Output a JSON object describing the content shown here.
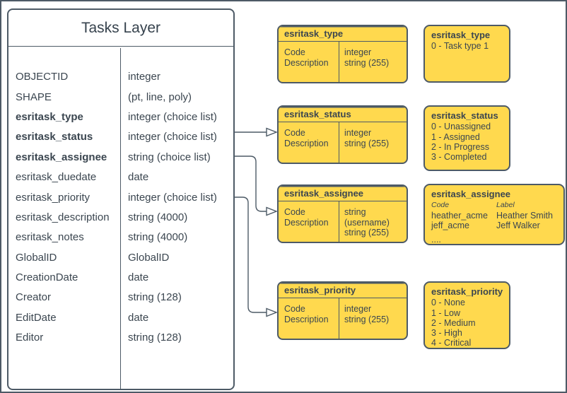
{
  "colors": {
    "yellow": "#ffd94e",
    "stroke": "#4d5a66",
    "text": "#3b4650"
  },
  "tasks_layer": {
    "title": "Tasks Layer",
    "fields": [
      {
        "name": "OBJECTID",
        "type": "integer"
      },
      {
        "name": "SHAPE",
        "type": "(pt, line, poly)"
      },
      {
        "name": "esritask_type",
        "type": "integer (choice list)"
      },
      {
        "name": "esritask_status",
        "type": "integer (choice list)"
      },
      {
        "name": "esritask_assignee",
        "type": "string (choice list)"
      },
      {
        "name": "esritask_duedate",
        "type": "date"
      },
      {
        "name": "esritask_priority",
        "type": "integer (choice list)"
      },
      {
        "name": "esritask_description",
        "type": "string (4000)"
      },
      {
        "name": "esritask_notes",
        "type": "string (4000)"
      },
      {
        "name": "GlobalID",
        "type": "GlobalID"
      },
      {
        "name": "CreationDate",
        "type": "date"
      },
      {
        "name": "Creator",
        "type": "string (128)"
      },
      {
        "name": "EditDate",
        "type": "date"
      },
      {
        "name": "Editor",
        "type": "string (128)"
      }
    ]
  },
  "domain_tables": [
    {
      "title": "esritask_type",
      "rows": [
        {
          "field": "Code",
          "type": "integer"
        },
        {
          "field": "Description",
          "type": "string (255)"
        }
      ]
    },
    {
      "title": "esritask_status",
      "rows": [
        {
          "field": "Code",
          "type": "integer"
        },
        {
          "field": "Description",
          "type": "string (255)"
        }
      ]
    },
    {
      "title": "esritask_assignee",
      "rows": [
        {
          "field": "Code",
          "type": "string (username)"
        },
        {
          "field": "Description",
          "type": "string (255)"
        }
      ]
    },
    {
      "title": "esritask_priority",
      "rows": [
        {
          "field": "Code",
          "type": "integer"
        },
        {
          "field": "Description",
          "type": "string (255)"
        }
      ]
    }
  ],
  "value_lists": [
    {
      "title": "esritask_type",
      "values": [
        "0 - Task type 1"
      ]
    },
    {
      "title": "esritask_status",
      "values": [
        "0 - Unassigned",
        "1 - Assigned",
        "2 - In Progress",
        "3 - Completed"
      ]
    },
    {
      "title": "esritask_assignee",
      "columns": [
        "Code",
        "Label"
      ],
      "pairs": [
        [
          "heather_acme",
          "Heather Smith"
        ],
        [
          "jeff_acme",
          "Jeff Walker"
        ]
      ],
      "ellipsis": "...."
    },
    {
      "title": "esritask_priority",
      "values": [
        "0 - None",
        "1 - Low",
        "2 - Medium",
        "3 - High",
        "4 - Critical"
      ]
    }
  ]
}
